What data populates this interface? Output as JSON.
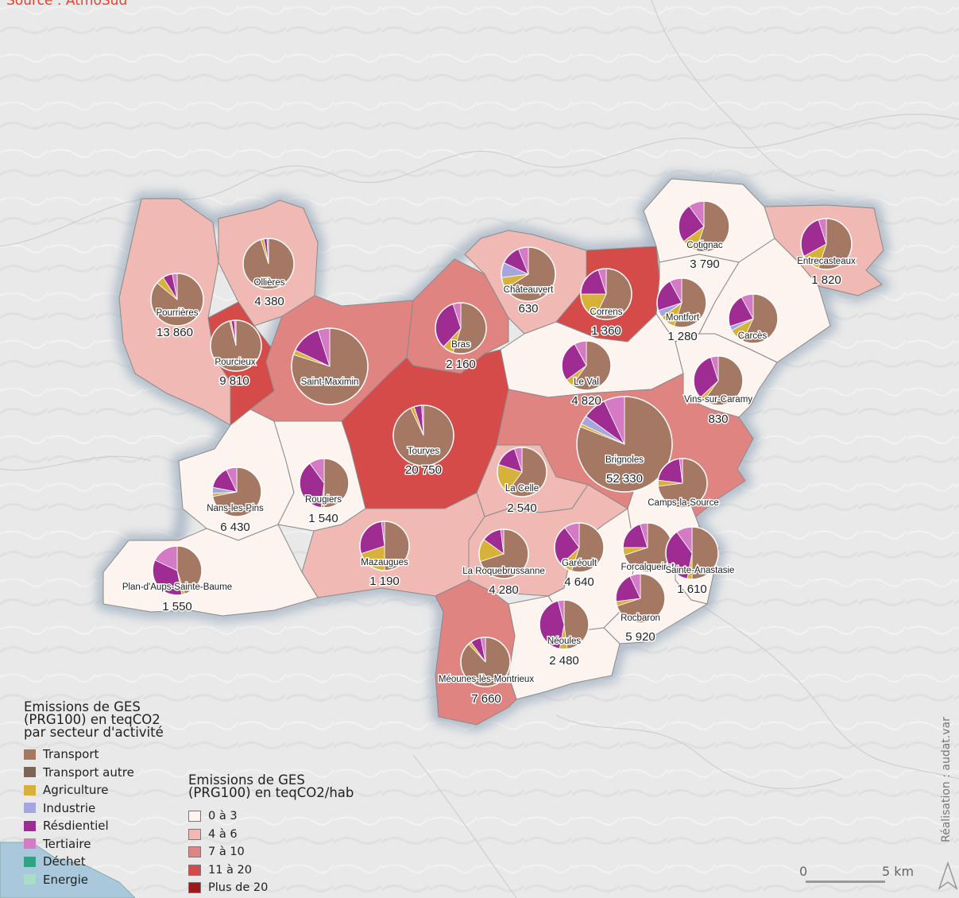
{
  "source": "Source : AtmoSud",
  "legend_sectors": {
    "title": "Emissions de GES\n(PRG100) en teqCO2\npar secteur d'activité",
    "items": [
      {
        "label": "Transport",
        "color": "#a57864"
      },
      {
        "label": "Transport autre",
        "color": "#7e6454"
      },
      {
        "label": "Agriculture",
        "color": "#d7b23a"
      },
      {
        "label": "Industrie",
        "color": "#a7a6dc"
      },
      {
        "label": "Résdientiel",
        "color": "#9f2c92"
      },
      {
        "label": "Tertiaire",
        "color": "#d57ac4"
      },
      {
        "label": "Déchet",
        "color": "#2fa383"
      },
      {
        "label": "Energie",
        "color": "#a9dcc9"
      }
    ]
  },
  "legend_per_capita": {
    "title": "Emissions de GES\n(PRG100) en teqCO2/hab",
    "items": [
      {
        "label": "0 à 3",
        "color": "#fdf4f0"
      },
      {
        "label": "4 à 6",
        "color": "#f0b9b3"
      },
      {
        "label": "7 à 10",
        "color": "#e08482"
      },
      {
        "label": "11 à 20",
        "color": "#d44b4a"
      },
      {
        "label": "Plus de 20",
        "color": "#9e1a1a"
      }
    ]
  },
  "communes": [
    {
      "name": "Cotignac",
      "value": "3 790",
      "class": 1,
      "shares": [
        0.55,
        0,
        0.1,
        0,
        0.25,
        0.1
      ]
    },
    {
      "name": "Entrecasteaux",
      "value": "1 820",
      "class": 1,
      "shares": [
        0.55,
        0,
        0.12,
        0,
        0.28,
        0.05
      ]
    },
    {
      "name": "Ollières",
      "value": "4 380",
      "class": 3,
      "shares": [
        0.95,
        0,
        0.02,
        0,
        0.02,
        0.01
      ]
    },
    {
      "name": "Pourrières",
      "value": "13 860",
      "class": 2,
      "shares": [
        0.86,
        0,
        0.05,
        0,
        0.06,
        0.03
      ]
    },
    {
      "name": "Pourcieux",
      "value": "9 810",
      "class": 2,
      "shares": [
        0.96,
        0,
        0.01,
        0,
        0.02,
        0.01
      ]
    },
    {
      "name": "Saint-Maximin",
      "value": "",
      "class": 1,
      "shares": [
        0.8,
        0,
        0.02,
        0,
        0.13,
        0.05
      ]
    },
    {
      "name": "Châteauvert",
      "value": "630",
      "class": 3,
      "shares": [
        0.66,
        0,
        0.07,
        0.09,
        0.12,
        0.06
      ]
    },
    {
      "name": "Bras",
      "value": "2 160",
      "class": 0,
      "shares": [
        0.55,
        0,
        0.07,
        0,
        0.33,
        0.05
      ]
    },
    {
      "name": "Correns",
      "value": "1 360",
      "class": 1,
      "shares": [
        0.57,
        0,
        0.18,
        0,
        0.2,
        0.05
      ]
    },
    {
      "name": "Montfort",
      "value": "1 280",
      "class": 0,
      "shares": [
        0.55,
        0,
        0.1,
        0.05,
        0.22,
        0.08
      ]
    },
    {
      "name": "Carcès",
      "value": "",
      "class": 0,
      "shares": [
        0.57,
        0,
        0.1,
        0.03,
        0.22,
        0.08
      ]
    },
    {
      "name": "Le Val",
      "value": "4 820",
      "class": 0,
      "shares": [
        0.6,
        0,
        0.05,
        0,
        0.27,
        0.08
      ]
    },
    {
      "name": "Vins-sur-Caramy",
      "value": "830",
      "class": 0,
      "shares": [
        0.6,
        0,
        0.03,
        0,
        0.32,
        0.05
      ]
    },
    {
      "name": "Tourves",
      "value": "20 750",
      "class": 3,
      "shares": [
        0.93,
        0,
        0.02,
        0,
        0.04,
        0.01
      ]
    },
    {
      "name": "Brignoles",
      "value": "52 330",
      "class": 2,
      "shares": [
        0.81,
        0,
        0.01,
        0.03,
        0.08,
        0.07
      ]
    },
    {
      "name": "Camps-la-Source",
      "value": "",
      "class": 1,
      "shares": [
        0.73,
        0,
        0.04,
        0,
        0.21,
        0.02
      ]
    },
    {
      "name": "La Celle",
      "value": "2 540",
      "class": 1,
      "shares": [
        0.6,
        0,
        0.2,
        0,
        0.15,
        0.05
      ]
    },
    {
      "name": "Nans-les-Pins",
      "value": "6 430",
      "class": 0,
      "shares": [
        0.72,
        0,
        0.02,
        0.04,
        0.15,
        0.07
      ]
    },
    {
      "name": "Rougiers",
      "value": "1 540",
      "class": 0,
      "shares": [
        0.5,
        0,
        0.02,
        0,
        0.38,
        0.1
      ]
    },
    {
      "name": "Mazaugues",
      "value": "1 190",
      "class": 1,
      "shares": [
        0.5,
        0,
        0.2,
        0,
        0.28,
        0.02
      ]
    },
    {
      "name": "La Roquebrussanne",
      "value": "4 280",
      "class": 1,
      "shares": [
        0.7,
        0,
        0.15,
        0,
        0.13,
        0.02
      ]
    },
    {
      "name": "Garéoult",
      "value": "4 640",
      "class": 0,
      "shares": [
        0.55,
        0,
        0.08,
        0,
        0.27,
        0.1
      ]
    },
    {
      "name": "Forcalqueiret",
      "value": "",
      "class": 0,
      "shares": [
        0.7,
        0,
        0.05,
        0,
        0.2,
        0.05
      ]
    },
    {
      "name": "Sainte-Anastasie",
      "value": "1 610",
      "class": 0,
      "shares": [
        0.5,
        0,
        0.03,
        0,
        0.37,
        0.1
      ]
    },
    {
      "name": "Plan-d'Aups-Sainte-Baume",
      "value": "1 550",
      "class": 0,
      "shares": [
        0.45,
        0,
        0.02,
        0,
        0.35,
        0.18
      ]
    },
    {
      "name": "Rocbaron",
      "value": "5 920",
      "class": 0,
      "shares": [
        0.7,
        0,
        0.03,
        0,
        0.2,
        0.07
      ]
    },
    {
      "name": "Néoules",
      "value": "2 480",
      "class": 0,
      "shares": [
        0.48,
        0,
        0.05,
        0,
        0.43,
        0.04
      ]
    },
    {
      "name": "Méounes-lès-Montrieux",
      "value": "7 660",
      "class": 2,
      "shares": [
        0.88,
        0,
        0.02,
        0,
        0.07,
        0.03
      ]
    }
  ],
  "credit": "Réalisation : audat.var",
  "scale": {
    "zero": "0",
    "label": "5 km"
  }
}
